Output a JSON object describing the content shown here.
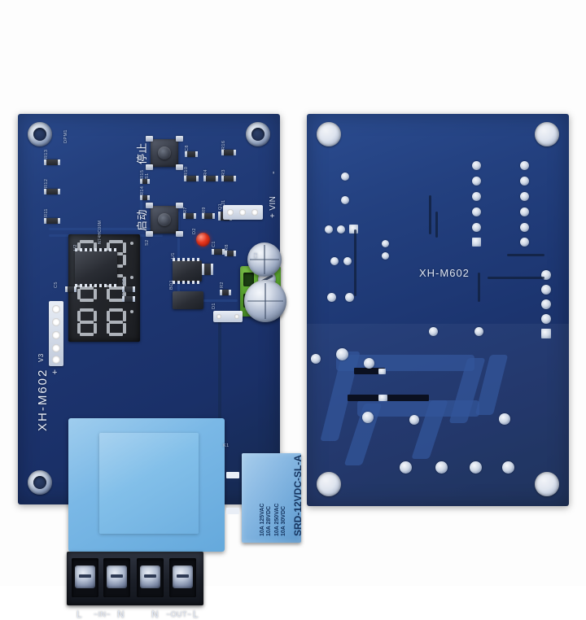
{
  "scene": {
    "background_color": "#ffffff",
    "board_color": "#1d3570",
    "accent_green": "#59a52e",
    "accent_red": "#e8361e",
    "relay_blue": "#8cbbe4",
    "transformer_blue": "#7ab8e6"
  },
  "front_board": {
    "model_silk": "XH-M602",
    "revision_silk": "V3",
    "display": {
      "label": "DPM1",
      "digits": [
        "8",
        "8",
        "8"
      ],
      "decimal_points": 3
    },
    "buttons": [
      {
        "label": "停止",
        "meaning": "stop"
      },
      {
        "label": "启动",
        "meaning": "start"
      }
    ],
    "power_terminal": {
      "positive_label": "+ VIN",
      "negative_label": "-"
    },
    "relay": {
      "part_number": "SRD-12VDC-SL-A",
      "rating_line_1": "10A 250VAC",
      "rating_line_2": "10A 30VDC",
      "rating_line_3": "10A 125VAC",
      "rating_line_4": "10A 28VDC",
      "designator": "K1"
    },
    "screw_terminal_labels": [
      "L",
      "~IN~",
      "N",
      "N",
      "~OUT~",
      "L"
    ],
    "designators": [
      "R11",
      "R12",
      "R13",
      "R15",
      "R14",
      "R16",
      "R10",
      "R4",
      "R3",
      "R7",
      "R9",
      "R8",
      "R2",
      "R5",
      "C8",
      "C1",
      "C2",
      "C3",
      "C6",
      "C7",
      "U1",
      "U2",
      "Q1",
      "D1",
      "D2",
      "J1",
      "K1",
      "S1",
      "S2",
      "BD1"
    ],
    "ic_marking": "N74HC00M"
  },
  "back_board": {
    "model_silk": "XH-M602"
  }
}
